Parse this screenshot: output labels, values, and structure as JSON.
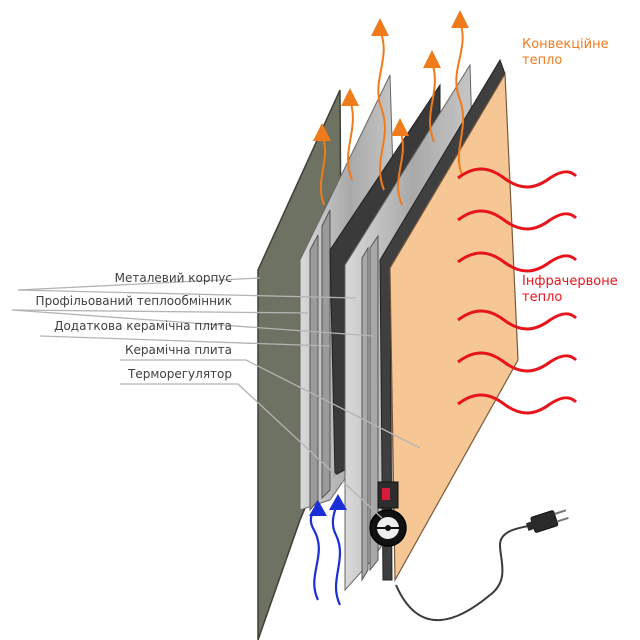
{
  "labels": {
    "convection_line1": "Конвекційне",
    "convection_line2": "тепло",
    "infrared_line1": "Інфрачервоне",
    "infrared_line2": "тепло",
    "metal_case": "Металевий корпус",
    "heat_exchanger": "Профільований теплообмінник",
    "extra_ceramic_plate": "Додаткова керамічна плита",
    "ceramic_plate": "Керамічна плита",
    "thermostat": "Терморегулятор"
  },
  "colors": {
    "convection": "#f07b1b",
    "infrared": "#e8141c",
    "cold_air": "#1b2fd6",
    "ceramic_plate": "#f6c695",
    "metal_case": "#6e7262",
    "dark_panel": "#3a3a3a",
    "leader_line": "#b4b4b4",
    "label_text": "#404040"
  },
  "icons": [
    "up-arrow-icon",
    "heat-wave-icon",
    "power-plug-icon",
    "thermostat-dial-icon",
    "indicator-light-icon"
  ]
}
